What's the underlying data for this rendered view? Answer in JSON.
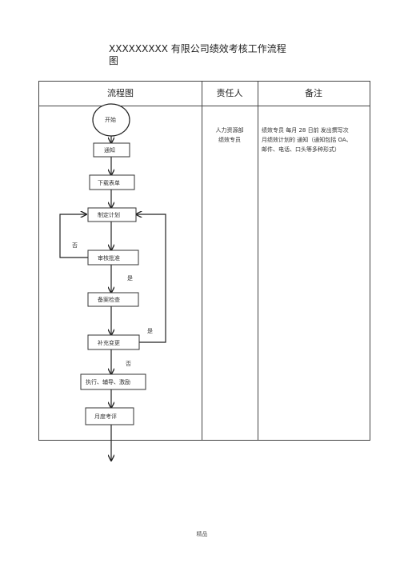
{
  "document": {
    "title_line1": "XXXXXXXXX 有限公司绩效考核工作流程",
    "title_line2": "图",
    "footer": "精品"
  },
  "table": {
    "headers": [
      "流程图",
      "责任人",
      "备注"
    ],
    "responsible_line1": "人力资源部",
    "responsible_line2": "绩效专员",
    "remark_line1": "绩效专员  每月   28  日前 发出撰写次",
    "remark_line2": "月绩效计划的  通知（通知包括   OA、",
    "remark_line3": "邮件、电话、口头等多种形式）"
  },
  "flowchart": {
    "start": "开始",
    "steps": [
      "通知",
      "下载表单",
      "制定计划",
      "审核批准",
      "备案检查",
      "补充变更",
      "执行、辅导、激励",
      "月度考评"
    ],
    "labels": {
      "reject": "否",
      "approve_yes": "是",
      "change_yes": "是",
      "change_no": "否"
    }
  }
}
